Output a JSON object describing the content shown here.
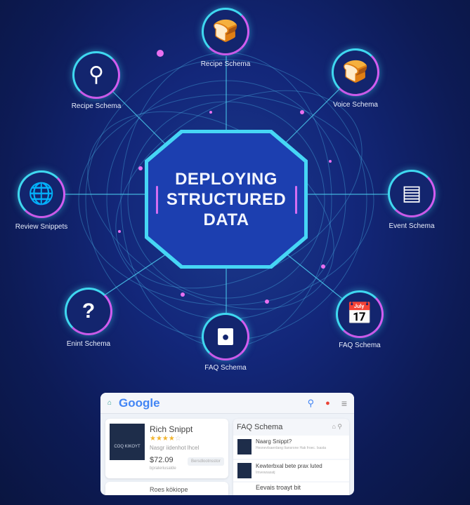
{
  "center": {
    "line1": "DEPLOYING",
    "line2": "STRUCTURED",
    "line3": "DATA"
  },
  "nodes": [
    {
      "label": "Recipe Schema",
      "icon": "chef-hat-icon"
    },
    {
      "label": "Recipe Schema",
      "icon": "search-icon"
    },
    {
      "label": "Voice Schema",
      "icon": "chef-hat-icon"
    },
    {
      "label": "Review Snippets",
      "icon": "globe-icon"
    },
    {
      "label": "Event Schema",
      "icon": "document-icon"
    },
    {
      "label": "Enint Schema",
      "icon": "question-icon"
    },
    {
      "label": "FAQ Schema",
      "icon": "lock-icon"
    },
    {
      "label": "FAQ Schema",
      "icon": "calendar-icon"
    }
  ],
  "search_panel": {
    "logo": "Google",
    "rich": {
      "title": "Rich Snippt",
      "rating": 4,
      "max_rating": 5,
      "desc": "Nasgr iidenhot lhcel",
      "price": "$72.09",
      "sub": "bpraleriusalde",
      "button": "Bersdlootnsstor",
      "thumb_text": "COQ KIKOYT"
    },
    "second": {
      "title": "Roes kökiope"
    },
    "faq": {
      "title": "FAQ Schema",
      "items": [
        {
          "title": "Naarg Snippt?",
          "desc": "Hesnevlsaerdang Itansrone Hak froec. Isasta"
        },
        {
          "title": "Kewterbxal bete prax luted",
          "desc": "Imvewsasatj"
        },
        {
          "title": "Eevais troayt bit",
          "desc": ""
        }
      ]
    }
  },
  "colors": {
    "cyan": "#3fd8f0",
    "magenta": "#d35cf0",
    "bg": "#13277a"
  }
}
